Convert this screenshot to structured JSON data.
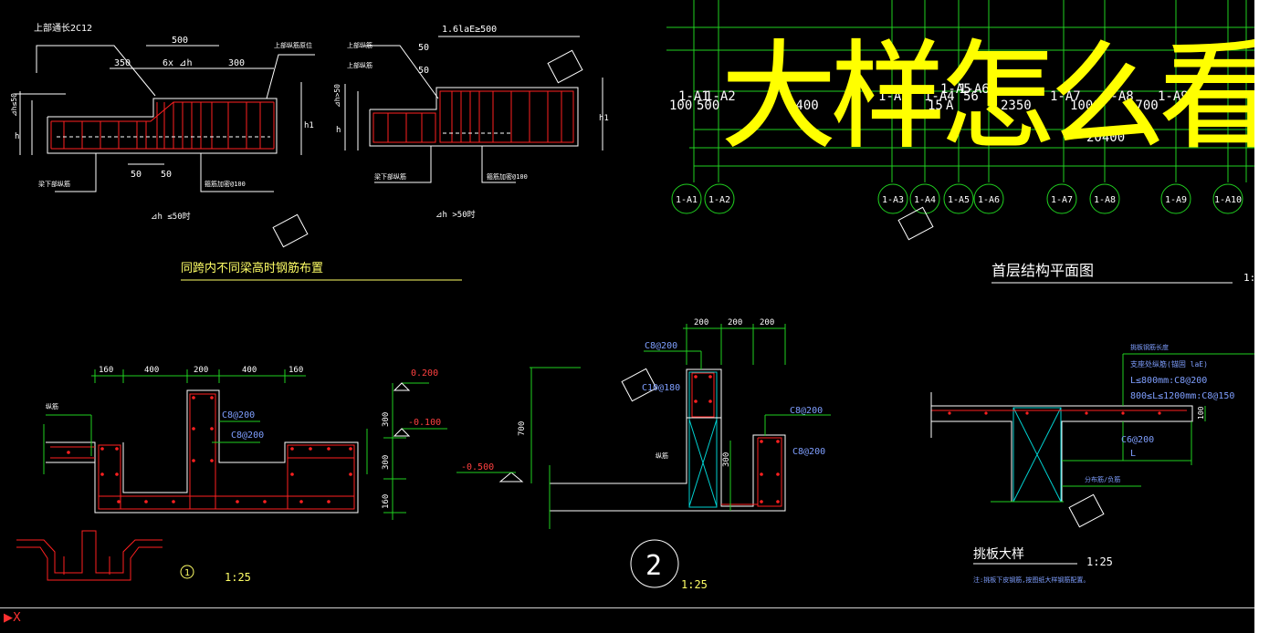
{
  "overlay": {
    "text": "大样怎么看",
    "color": "#ffff00"
  },
  "colors": {
    "rebar": "#ff2020",
    "dim": "#ffffff",
    "grid": "#20d020",
    "cyan": "#00d0d0",
    "label": "#7f9fff"
  },
  "detailA": {
    "top_rebar": "上部通长2C12",
    "dim500": "500",
    "dim350": "350",
    "dim6xh": "6x ⊿h",
    "dim300": "300",
    "right_label": "上部纵筋原位",
    "side_h": "⊿h≤50",
    "h": "h",
    "h1": "h1",
    "d50a": "50",
    "d50b": "50",
    "bottom_left": "梁下部纵筋",
    "bottom_right": "箍筋加密@100",
    "caption": "⊿h ≤50时"
  },
  "detailB": {
    "dim_top": "1.6laE≥500",
    "lbl1": "上部纵筋",
    "lbl2": "上部纵筋",
    "d50": "50",
    "d50b": "50",
    "side_h": "⊿h>50",
    "h": "h",
    "h1": "h1",
    "bottom_left": "梁下部纵筋",
    "bottom_right": "箍筋加密@100",
    "caption": "⊿h >50时"
  },
  "title1": "同跨内不同梁高时钢筋布置",
  "grid": {
    "labels": [
      "1-A1",
      "1-A2",
      "1-A3",
      "1-A4",
      "1-A5",
      "1-A6",
      "1-A7",
      "1-A8",
      "1-A9",
      "1-A10"
    ],
    "dims": [
      "100",
      "500",
      "4400",
      "15",
      "A",
      "56",
      "2350",
      "1000",
      "1700",
      "20400"
    ],
    "axis_labels": [
      "1-A1",
      "1-A2",
      "1-A3",
      "1-A4",
      "1-A5",
      "1-A6",
      "1-A7",
      "1-A8",
      "1-A9"
    ]
  },
  "title2": "首层结构平面图",
  "title2_scale": "1:",
  "section1": {
    "dims": [
      "160",
      "400",
      "200",
      "400",
      "160"
    ],
    "lbl_stirrup1": "C8@200",
    "lbl_stirrup2": "C8@200",
    "left_lbl": "纵筋",
    "lvl1": "0.200",
    "lvl2": "-0.100",
    "v300a": "300",
    "v300b": "300",
    "v160": "160",
    "num": "1",
    "scale": "1:25"
  },
  "section2": {
    "dims": [
      "200",
      "200",
      "200"
    ],
    "lbl1": "C8@200",
    "lbl2": "C10@180",
    "lbl3": "C8@200",
    "lbl4": "C8@200",
    "lbl5": "纵筋",
    "v700": "700",
    "v300": "300",
    "lvl": "-0.500",
    "num": "2",
    "scale": "1:25"
  },
  "section3": {
    "note0": "挑板钢筋长度",
    "note1": "支座处纵筋(锚固 laE)",
    "note2": "L≤800mm:C8@200",
    "note3": "800≤L≤1200mm:C8@150",
    "c6": "C6@200",
    "L": "L",
    "v100": "100",
    "bot": "分布筋/负筋",
    "title": "挑板大样",
    "scale": "1:25",
    "note": "注:挑板下皮钢筋,按图纸大样钢筋配置。"
  },
  "cmd": {
    "axis": "X"
  }
}
